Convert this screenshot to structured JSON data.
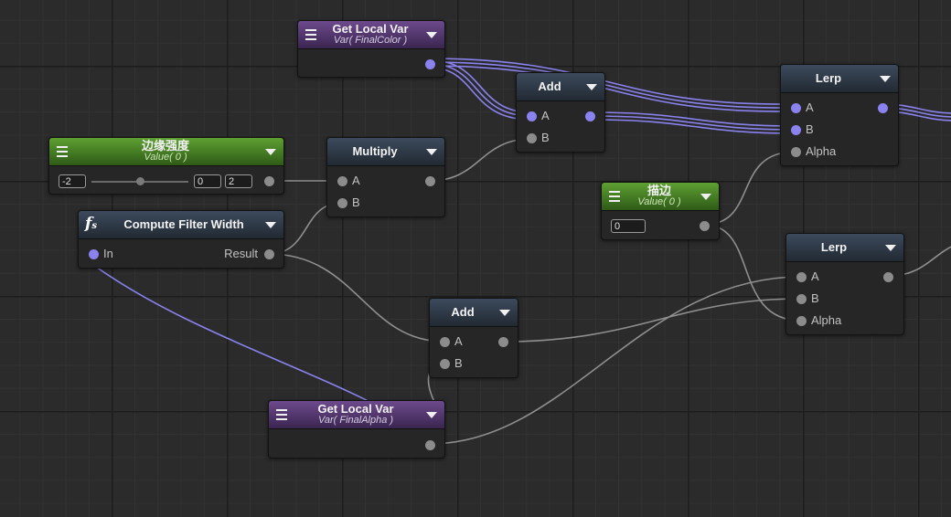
{
  "nodes": {
    "get_final_color": {
      "title": "Get Local Var",
      "subtitle": "Var( FinalColor )"
    },
    "add_top": {
      "title": "Add",
      "in_a": "A",
      "in_b": "B"
    },
    "lerp_top": {
      "title": "Lerp",
      "in_a": "A",
      "in_b": "B",
      "in_alpha": "Alpha"
    },
    "edge_strength": {
      "title": "边缘强度",
      "subtitle": "Value( 0 )",
      "min": "-2",
      "value": "0",
      "max": "2"
    },
    "multiply": {
      "title": "Multiply",
      "in_a": "A",
      "in_b": "B"
    },
    "compute_filter_width": {
      "title": "Compute Filter Width",
      "in_label": "In",
      "out_label": "Result"
    },
    "outline": {
      "title": "描边",
      "subtitle": "Value( 0 )",
      "value": "0"
    },
    "lerp_bottom": {
      "title": "Lerp",
      "in_a": "A",
      "in_b": "B",
      "in_alpha": "Alpha"
    },
    "add_bottom": {
      "title": "Add",
      "in_a": "A",
      "in_b": "B"
    },
    "get_final_alpha": {
      "title": "Get Local Var",
      "subtitle": "Var( FinalAlpha )"
    }
  },
  "colors": {
    "background": "#2b2b2b",
    "wire_gray": "#8f8f8f",
    "wire_color": "#8a82ee",
    "header_purple": "#5a3b75",
    "header_green": "#4a8a28",
    "header_blue": "#2f3a48"
  }
}
